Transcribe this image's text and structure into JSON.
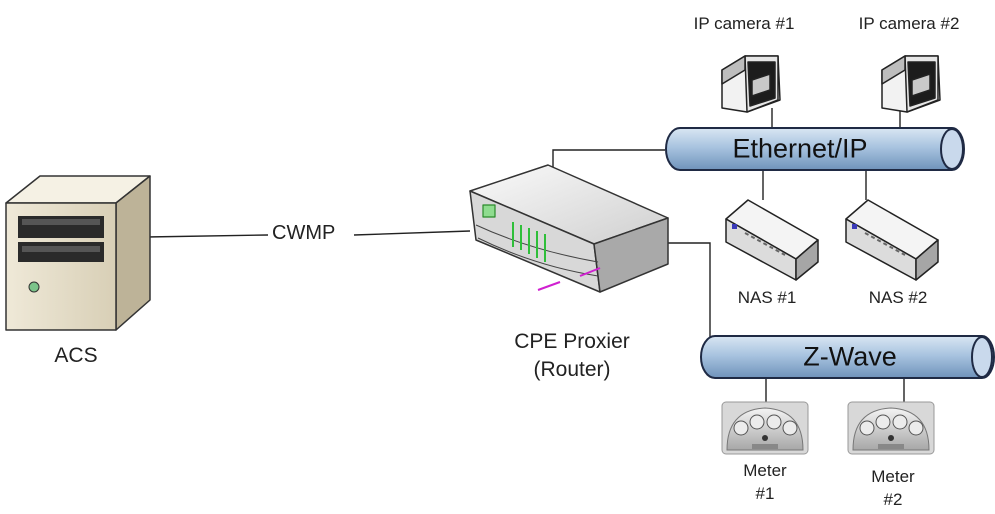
{
  "nodes": {
    "acs": "ACS",
    "cpe_line1": "CPE Proxier",
    "cpe_line2": "(Router)",
    "cam1": "IP camera #1",
    "cam2": "IP camera #2",
    "nas1": "NAS #1",
    "nas2": "NAS #2",
    "meter1_line1": "Meter",
    "meter1_line2": "#1",
    "meter2_line1": "Meter",
    "meter2_line2": "#2"
  },
  "links": {
    "protocol": "CWMP"
  },
  "buses": {
    "ethernet": "Ethernet/IP",
    "zwave": "Z-Wave"
  },
  "colors": {
    "bus_fill": "#a9c4e0",
    "bus_stroke": "#1f2a44",
    "line": "#222222",
    "router_accent_green": "#2fbf3a",
    "router_accent_magenta": "#d020d0"
  },
  "icons": {
    "server": "server-tower-icon",
    "router": "router-icon",
    "camera": "ip-camera-icon",
    "nas": "nas-box-icon",
    "meter": "meter-dial-icon"
  }
}
